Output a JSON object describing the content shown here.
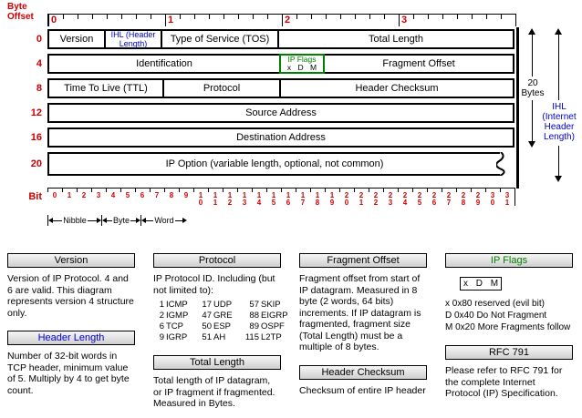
{
  "diagram": {
    "byte_offset_label": "Byte\nOffset",
    "bit_label": "Bit",
    "byte_numbers": [
      "0",
      "1",
      "2",
      "3"
    ],
    "row_offsets": [
      "0",
      "4",
      "8",
      "12",
      "16",
      "20"
    ],
    "bit_numbers": [
      "0",
      "1",
      "2",
      "3",
      "4",
      "5",
      "6",
      "7",
      "8",
      "9",
      "10",
      "11",
      "12",
      "13",
      "14",
      "15",
      "16",
      "17",
      "18",
      "19",
      "20",
      "21",
      "22",
      "23",
      "24",
      "25",
      "26",
      "27",
      "28",
      "29",
      "30",
      "31"
    ],
    "scale_labels": [
      "Nibble",
      "Byte",
      "Word"
    ],
    "fields": {
      "version": "Version",
      "ihl": "IHL (Header Length)",
      "tos": "Type of Service (TOS)",
      "total_length": "Total Length",
      "identification": "Identification",
      "ip_flags_title": "IP Flags",
      "ip_flags_bits": "x D M",
      "fragment_offset": "Fragment Offset",
      "ttl": "Time To Live (TTL)",
      "protocol": "Protocol",
      "header_checksum": "Header Checksum",
      "source_address": "Source Address",
      "destination_address": "Destination Address",
      "ip_option": "IP Option (variable length, optional, not common)"
    },
    "annotations": {
      "total_bytes": "20 Bytes",
      "ihl_note": "IHL (Internet Header Length)"
    }
  },
  "notes": {
    "version": {
      "title": "Version",
      "body": "Version of IP Protocol.  4 and 6 are valid.  This diagram represents version 4 structure only."
    },
    "header_length": {
      "title": "Header Length",
      "body": "Number of 32-bit words in TCP header, minimum value of 5.  Multiply by 4 to get byte count."
    },
    "protocol": {
      "title": "Protocol",
      "intro": "IP Protocol ID.  Including (but not limited to):",
      "table": [
        [
          "1",
          "ICMP",
          "17",
          "UDP",
          "57",
          "SKIP"
        ],
        [
          "2",
          "IGMP",
          "47",
          "GRE",
          "88",
          "EIGRP"
        ],
        [
          "6",
          "TCP",
          "50",
          "ESP",
          "89",
          "OSPF"
        ],
        [
          "9",
          "IGRP",
          "51",
          "AH",
          "115",
          "L2TP"
        ]
      ]
    },
    "total_length": {
      "title": "Total Length",
      "body": "Total length of IP datagram, or IP fragment if fragmented.  Measured in Bytes."
    },
    "fragment_offset": {
      "title": "Fragment Offset",
      "body": "Fragment offset from start of IP datagram.  Measured in 8 byte (2 words, 64 bits) increments.  If IP datagram is fragmented, fragment size (Total Length) must be a multiple of 8 bytes."
    },
    "header_checksum": {
      "title": "Header Checksum",
      "body": "Checksum of entire IP header"
    },
    "ip_flags": {
      "title": "IP Flags",
      "box": "x D M",
      "lines": [
        "x 0x80 reserved (evil bit)",
        "D 0x40 Do Not Fragment",
        "M 0x20 More Fragments follow"
      ]
    },
    "rfc": {
      "title": "RFC 791",
      "body": "Please refer to RFC 791 for the complete Internet Protocol (IP) Specification."
    }
  },
  "colors": {
    "red": "#cc0000",
    "blue": "#0000cc",
    "green": "#008000"
  }
}
